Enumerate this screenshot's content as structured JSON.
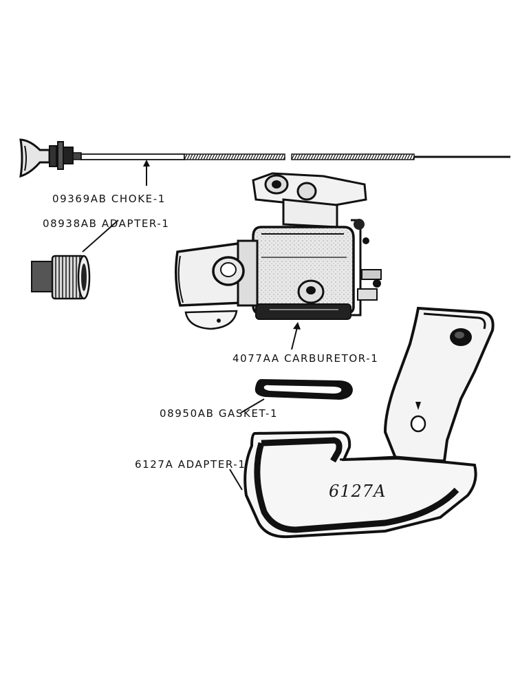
{
  "parts": {
    "choke": "09369AB  CHOKE-1",
    "adapter_small": "08938AB  ADAPTER-1",
    "carburetor": "4077AA CARBURETOR-1",
    "gasket": "08950AB  GASKET-1",
    "adapter_large": "6127A  ADAPTER-1"
  },
  "casting_mark": "6127A",
  "colors": {
    "ink": "#111111",
    "paper": "#ffffff",
    "shade": "#555555"
  }
}
